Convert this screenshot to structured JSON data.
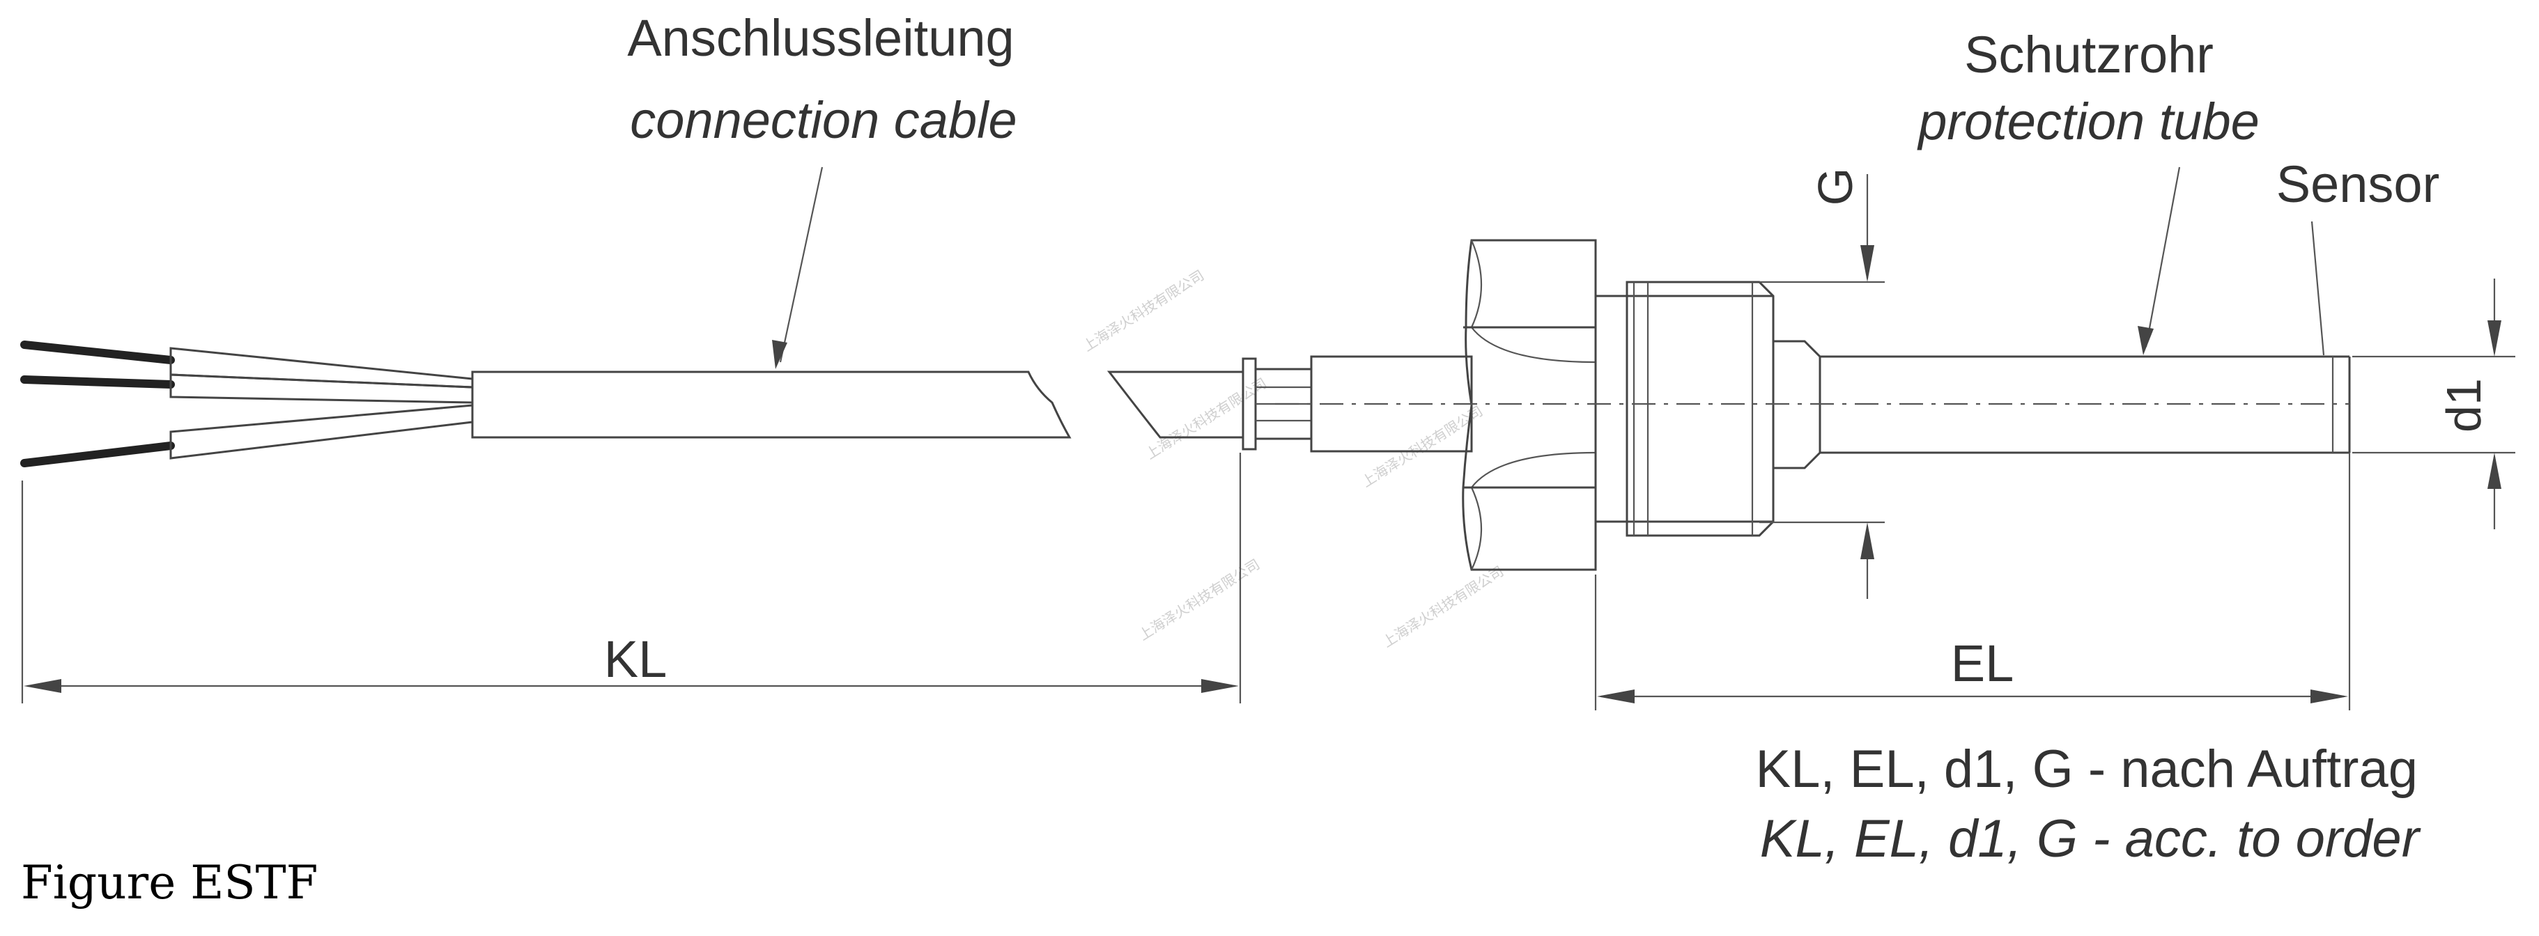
{
  "labels": {
    "cable_de": "Anschlussleitung",
    "cable_en": "connection cable",
    "tube_de": "Schutzrohr",
    "tube_en": "protection tube",
    "sensor": "Sensor",
    "dim_kl": "KL",
    "dim_el": "EL",
    "dim_g": "G",
    "dim_d1": "d1",
    "note_de": "KL, EL, d1, G - nach Auftrag",
    "note_en": "KL, EL, d1, G - acc. to order",
    "figure_caption": "Figure ESTF"
  },
  "colors": {
    "line": "#444444",
    "wire": "#222222",
    "text": "#333333"
  }
}
